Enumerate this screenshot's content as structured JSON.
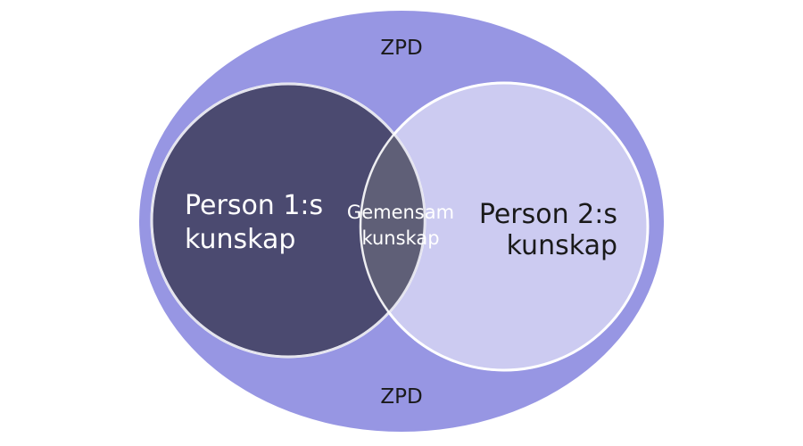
{
  "diagram": {
    "outer_label_top": "ZPD",
    "outer_label_bottom": "ZPD",
    "left_circle": {
      "line1": "Person 1:s",
      "line2": "kunskap"
    },
    "overlap": {
      "line1": "Gemensam",
      "line2": "kunskap"
    },
    "right_circle": {
      "line1": "Person 2:s",
      "line2": "kunskap"
    }
  },
  "colors": {
    "outer_ellipse": "#9796e3",
    "left_circle": "#4b4a70",
    "right_circle": "#cccbf1",
    "overlap": "#5f5f77",
    "stroke": "#ffffff",
    "text_light": "#ffffff",
    "text_dark": "#1a1a1a"
  }
}
